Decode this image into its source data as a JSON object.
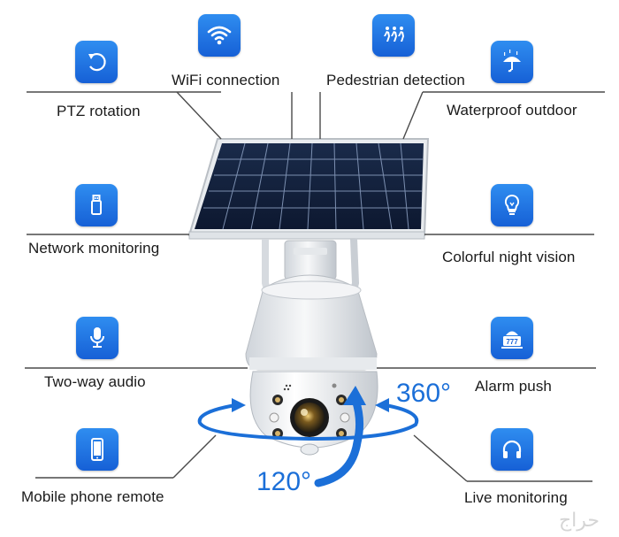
{
  "features": {
    "wifi_connection": {
      "label": "WiFi connection",
      "icon": "wifi-icon"
    },
    "pedestrian_detection": {
      "label": "Pedestrian detection",
      "icon": "running-people-icon"
    },
    "ptz_rotation": {
      "label": "PTZ rotation",
      "icon": "rotate-icon"
    },
    "waterproof_outdoor": {
      "label": "Waterproof outdoor",
      "icon": "umbrella-rain-icon"
    },
    "network_monitoring": {
      "label": "Network monitoring",
      "icon": "usb-drive-icon"
    },
    "colorful_night_vision": {
      "label": "Colorful night vision",
      "icon": "lightbulb-icon"
    },
    "two_way_audio": {
      "label": "Two-way audio",
      "icon": "microphone-icon"
    },
    "alarm_push": {
      "label": "Alarm push",
      "icon": "alarm-light-icon"
    },
    "mobile_phone_remote": {
      "label": "Mobile phone remote",
      "icon": "smartphone-icon"
    },
    "live_monitoring": {
      "label": "Live monitoring",
      "icon": "headphones-icon"
    }
  },
  "rotation": {
    "horizontal": "360°",
    "vertical": "120°"
  },
  "alarm_icon_text": "777",
  "watermark": "حراج",
  "colors": {
    "icon_blue": "#1e74e6",
    "accent_blue": "#1b6fd8",
    "rule_gray": "#4a4a4a"
  }
}
